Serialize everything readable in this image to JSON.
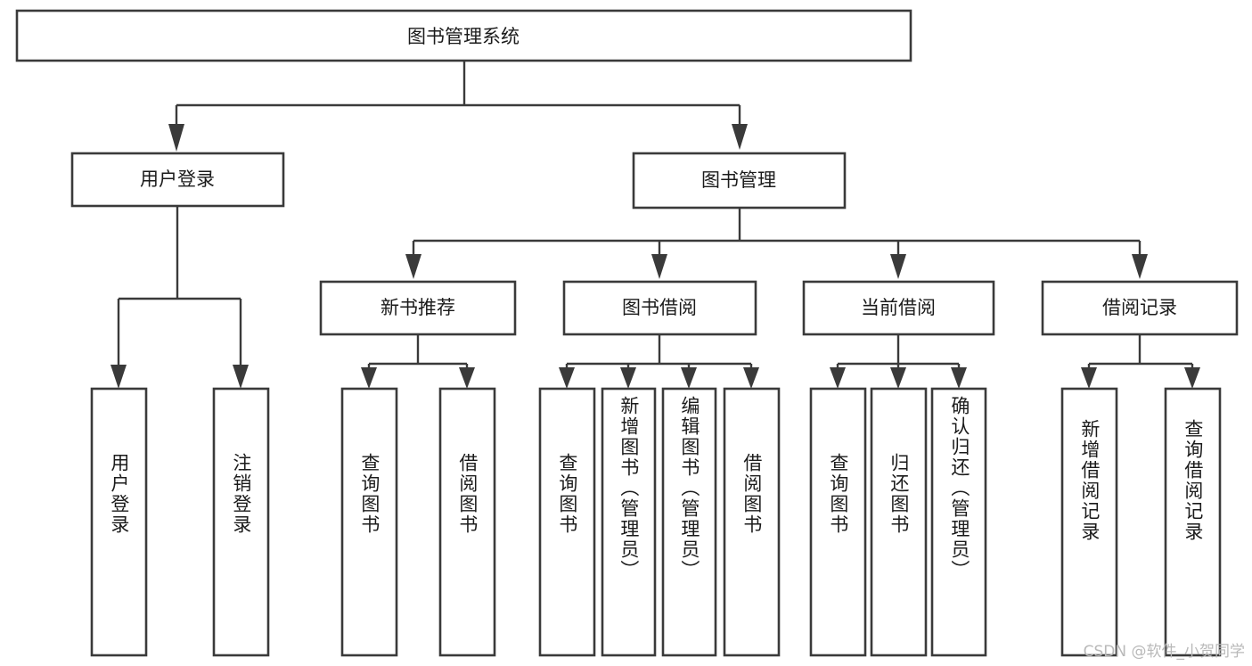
{
  "diagram": {
    "title_node": {
      "label": "图书管理系统"
    },
    "colors": {
      "stroke": "#3a3a3a",
      "box_fill": "#ffffff",
      "text": "#1b1b1b",
      "background": "#ffffff",
      "watermark": "#b9b9b9"
    },
    "level2": [
      {
        "id": "user-login",
        "label": "用户登录"
      },
      {
        "id": "book-manage",
        "label": "图书管理"
      }
    ],
    "level3": [
      {
        "id": "new-book-recommend",
        "label": "新书推荐"
      },
      {
        "id": "book-borrow",
        "label": "图书借阅"
      },
      {
        "id": "current-borrow",
        "label": "当前借阅"
      },
      {
        "id": "borrow-record",
        "label": "借阅记录"
      }
    ],
    "leaves": {
      "user_login": [
        {
          "id": "leaf-user-login",
          "label": "用户登录"
        },
        {
          "id": "leaf-logout-login",
          "label": "注销登录"
        }
      ],
      "new_book_recommend": [
        {
          "id": "leaf-query-book-1",
          "label": "查询图书"
        },
        {
          "id": "leaf-borrow-book-1",
          "label": "借阅图书"
        }
      ],
      "book_borrow": [
        {
          "id": "leaf-query-book-2",
          "label": "查询图书"
        },
        {
          "id": "leaf-add-book",
          "label": "新增图书（管理员）"
        },
        {
          "id": "leaf-edit-book",
          "label": "编辑图书（管理员）"
        },
        {
          "id": "leaf-borrow-book-2",
          "label": "借阅图书"
        }
      ],
      "current_borrow": [
        {
          "id": "leaf-query-book-3",
          "label": "查询图书"
        },
        {
          "id": "leaf-return-book",
          "label": "归还图书"
        },
        {
          "id": "leaf-confirm-return",
          "label": "确认归还（管理员）"
        }
      ],
      "borrow_record": [
        {
          "id": "leaf-add-borrow-record",
          "label": "新增借阅记录"
        },
        {
          "id": "leaf-query-borrow-record",
          "label": "查询借阅记录"
        }
      ]
    },
    "watermark": {
      "text": "CSDN @软件_小贺同学"
    }
  }
}
